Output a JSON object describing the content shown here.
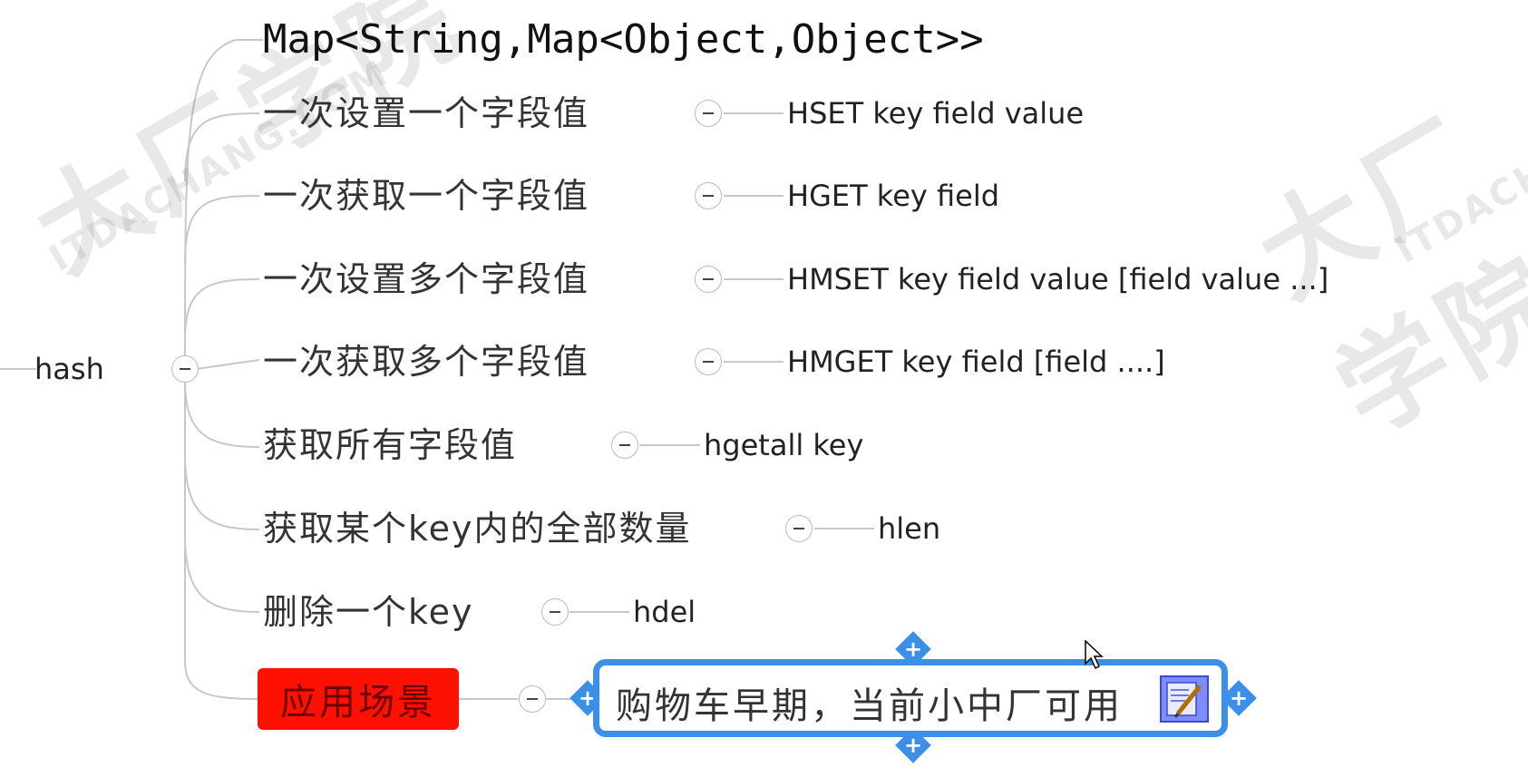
{
  "mindmap": {
    "hash_label": "hash",
    "root_type": "Map<String,Map<Object,Object>>",
    "rows": [
      {
        "label": "一次设置一个字段值",
        "command": "HSET key field value"
      },
      {
        "label": "一次获取一个字段值",
        "command": "HGET key field"
      },
      {
        "label": "一次设置多个字段值",
        "command": "HMSET key field value [field value ...]"
      },
      {
        "label": "一次获取多个字段值",
        "command": "HMGET key field [field ....]"
      },
      {
        "label": "获取所有字段值",
        "command": "hgetall key"
      },
      {
        "label": "获取某个key内的全部数量",
        "command": "hlen"
      },
      {
        "label": "删除一个key",
        "command": "hdel"
      }
    ],
    "scenario": {
      "label": "应用场景",
      "value": "购物车早期，当前小中厂可用",
      "accent": "#ff1100",
      "selection_color": "#3c8fe8"
    }
  },
  "watermark": {
    "brand_cn": "大厂学院",
    "brand_en": "ITDACHANG.COM",
    "brand_en_2": "ITDACH"
  },
  "icons": {
    "collapse": "minus-circle-icon",
    "add": "plus-icon",
    "note": "note-pencil-icon",
    "cursor": "arrow-cursor-icon"
  }
}
